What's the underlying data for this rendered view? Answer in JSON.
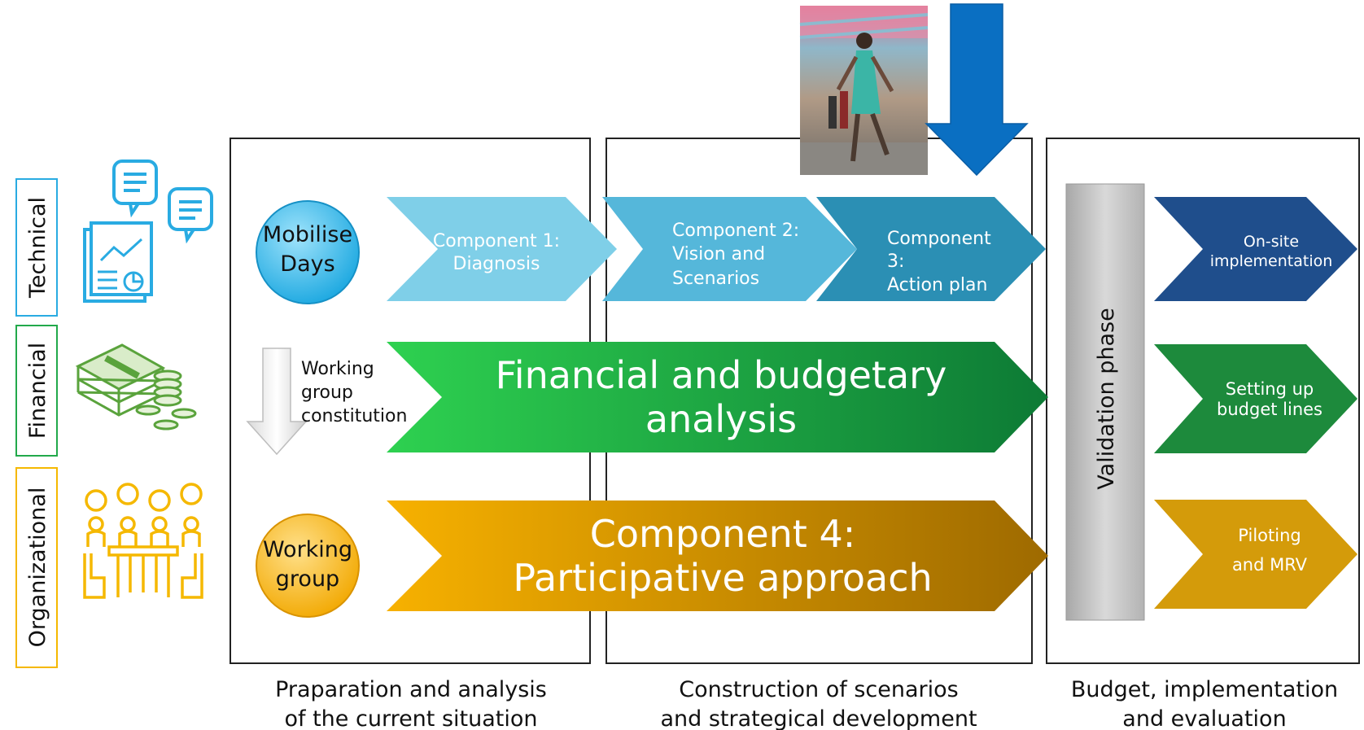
{
  "rows": {
    "technical": "Technical",
    "financial": "Financial",
    "organizational": "Organizational"
  },
  "circles": {
    "mobilise": [
      "Mobilise",
      "Days"
    ],
    "working": [
      "Working",
      "group"
    ]
  },
  "working_group_constitution": [
    "Working",
    "group",
    "constitution"
  ],
  "components": {
    "c1": [
      "Component 1:",
      "Diagnosis"
    ],
    "c2": [
      "Component 2:",
      "Vision and",
      "Scenarios"
    ],
    "c3": [
      "Component",
      "3:",
      "Action plan"
    ]
  },
  "financial_analysis": [
    "Financial and budgetary",
    "analysis"
  ],
  "participative": [
    "Component 4:",
    "Participative approach"
  ],
  "validation": "Validation phase",
  "outcomes": {
    "onsite": [
      "On-site",
      "implementation"
    ],
    "budget": [
      "Setting up",
      "budget lines"
    ],
    "piloting": [
      "Piloting",
      "and MRV"
    ]
  },
  "phases": {
    "p1": [
      "Praparation and analysis",
      "of the current situation"
    ],
    "p2": [
      "Construction of scenarios",
      "and strategical development"
    ],
    "p3": [
      "Budget, implementation",
      "and evaluation"
    ]
  },
  "colors": {
    "technical": "#29abe2",
    "financial": "#22a94b",
    "organizational": "#f5b800",
    "c1": "#7fcfe8",
    "c2": "#55b7da",
    "c3": "#2b8fb4",
    "onsite": "#1f4e8c",
    "budget": "#1d8a3c",
    "piloting": "#d49b0a",
    "arrow_blue": "#0a6fc2"
  },
  "icons": [
    "document-chart-icon",
    "money-stack-icon",
    "meeting-people-icon",
    "photo-person-street",
    "down-arrow-icon"
  ]
}
